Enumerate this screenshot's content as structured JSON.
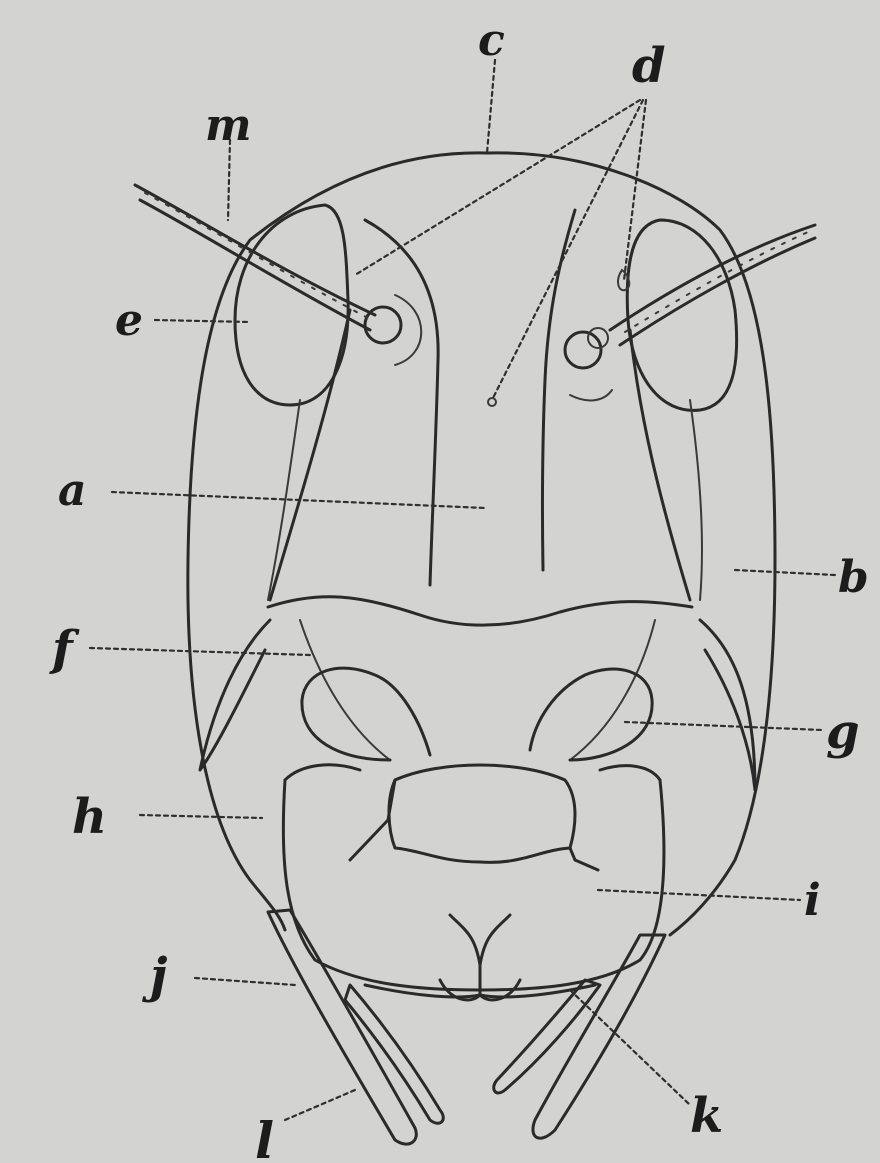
{
  "diagram": {
    "labels": {
      "a": "a",
      "b": "b",
      "c": "c",
      "d": "d",
      "e": "e",
      "f": "f",
      "g": "g",
      "h": "h",
      "i": "i",
      "j": "j",
      "k": "k",
      "l": "l",
      "m": "m"
    }
  }
}
